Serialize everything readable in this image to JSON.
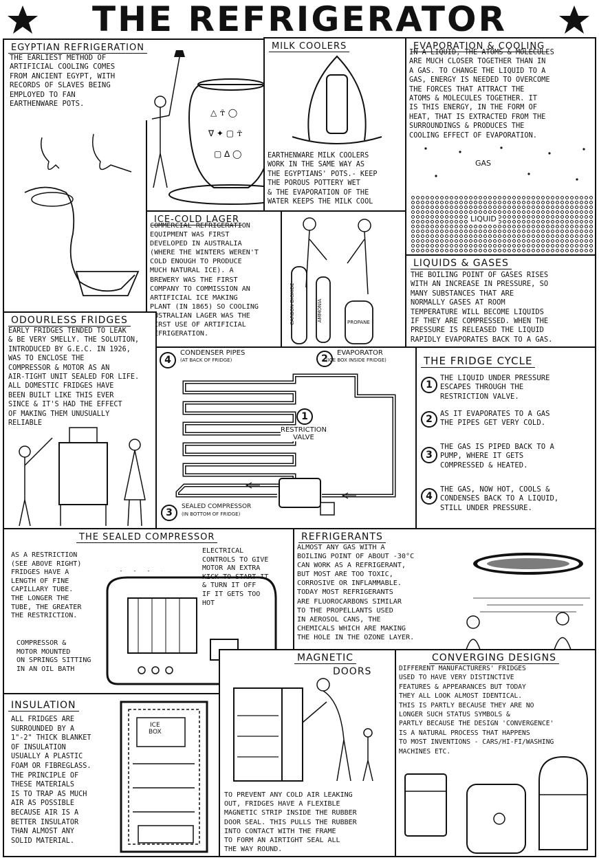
{
  "title": "THE REFRIGERATOR",
  "egyptian": {
    "heading": "EGYPTIAN REFRIGERATION",
    "text": "THE EARLIEST METHOD OF\nARTIFICIAL COOLING COMES\nFROM ANCIENT EGYPT, WITH\nRECORDS OF SLAVES BEING\nEMPLOYED TO FAN\nEARTHENWARE POTS."
  },
  "milk": {
    "heading": "MILK COOLERS",
    "text": "EARTHENWARE MILK COOLERS\nWORK IN THE SAME WAY AS\nTHE EGYPTIANS' POTS.- KEEP\nTHE POROUS POTTERY WET\n& THE EVAPORATION OF THE\nWATER KEEPS THE MILK COOL"
  },
  "evap": {
    "heading": "EVAPORATION & COOLING",
    "text": "IN A LIQUID, THE ATOMS & MOLECULES\nARE MUCH CLOSER TOGETHER THAN IN\nA GAS. TO CHANGE THE LIQUID TO A\nGAS, ENERGY IS NEEDED TO OVERCOME\nTHE FORCES THAT ATTRACT THE\nATOMS & MOLECULES TOGETHER. IT\nIS THIS ENERGY, IN THE FORM OF\nHEAT, THAT IS EXTRACTED FROM THE\nSURROUNDINGS & PRODUCES THE\nCOOLING EFFECT OF EVAPORATION.",
    "gas_label": "GAS",
    "liquid_label": "LIQUID"
  },
  "lager": {
    "heading": "ICE-COLD LAGER",
    "text": "COMMERCIAL REFRIGERATION\nEQUIPMENT WAS FIRST\nDEVELOPED IN AUSTRALIA\n(WHERE THE WINTERS WEREN'T\nCOLD ENOUGH TO PRODUCE\nMUCH NATURAL ICE). A\nBREWERY WAS THE FIRST\nCOMPANY TO COMMISSION AN\nARTIFICIAL ICE MAKING\nPLANT (IN 1865) SO COOLING\nAUSTRALIAN LAGER WAS THE\nFIRST USE OF ARTIFICIAL\nREFRIGERATION.",
    "cyl1": "CARBON DIOXIDE",
    "cyl2": "AMMONIA",
    "cyl3": "PROPANE"
  },
  "liquids": {
    "heading": "LIQUIDS & GASES",
    "text": "THE BOILING POINT OF GASES RISES\nWITH AN INCREASE IN PRESSURE, SO\nMANY SUBSTANCES THAT ARE\nNORMALLY GASES AT ROOM\nTEMPERATURE WILL BECOME LIQUIDS\nIF THEY ARE COMPRESSED. WHEN THE\nPRESSURE IS RELEASED THE LIQUID\nRAPIDLY EVAPORATES BACK TO A GAS."
  },
  "odourless": {
    "heading": "ODOURLESS FRIDGES",
    "text": "EARLY FRIDGES TENDED TO LEAK\n& BE VERY SMELLY. THE SOLUTION,\nINTRODUCED BY G.E.C. IN 1926,\nWAS TO ENCLOSE THE\nCOMPRESSOR & MOTOR AS AN\nAIR-TIGHT UNIT SEALED FOR LIFE.\nALL DOMESTIC FRIDGES HAVE\nBEEN BUILT LIKE THIS EVER\nSINCE & IT'S HAD THE EFFECT\nOF MAKING THEM UNUSUALLY\nRELIABLE"
  },
  "cycle_diagram": {
    "n1": "1",
    "l1": "RESTRICTION\nVALVE",
    "n2": "2",
    "l2": "EVAPORATOR",
    "s2": "(ICE BOX INSIDE FRIDGE)",
    "n3": "3",
    "l3": "SEALED COMPRESSOR",
    "s3": "(IN BOTTOM OF FRIDGE)",
    "n4": "4",
    "l4": "CONDENSER PIPES",
    "s4": "(AT BACK OF FRIDGE)"
  },
  "cycle": {
    "heading": "THE FRIDGE CYCLE",
    "steps": [
      {
        "n": "1",
        "text": "THE LIQUID UNDER PRESSURE\nESCAPES THROUGH THE\nRESTRICTION VALVE."
      },
      {
        "n": "2",
        "text": "AS IT EVAPORATES TO A GAS\nTHE PIPES GET VERY COLD."
      },
      {
        "n": "3",
        "text": "THE GAS IS PIPED BACK TO A\nPUMP, WHERE IT GETS\nCOMPRESSED & HEATED."
      },
      {
        "n": "4",
        "text": "THE GAS, NOW HOT, COOLS &\nCONDENSES BACK TO A LIQUID,\nSTILL UNDER PRESSURE."
      }
    ]
  },
  "compressor": {
    "heading": "THE SEALED COMPRESSOR",
    "left": "AS A RESTRICTION\n(SEE ABOVE RIGHT)\nFRIDGES HAVE A\nLENGTH OF FINE\nCAPILLARY TUBE.\nTHE LONGER THE\nTUBE, THE GREATER\nTHE RESTRICTION.",
    "right": "ELECTRICAL\nCONTROLS TO GIVE\nMOTOR AN EXTRA\nKICK TO START IT\n& TURN IT OFF\nIF IT GETS TOO\nHOT",
    "bottom": "COMPRESSOR &\nMOTOR MOUNTED\nON SPRINGS SITTING\nIN AN OIL BATH"
  },
  "refrigerants": {
    "heading": "REFRIGERANTS",
    "text": "ALMOST ANY GAS WITH A\nBOILING POINT OF ABOUT -30°C\nCAN WORK AS A REFRIGERANT,\nBUT MOST ARE TOO TOXIC,\nCORROSIVE OR INFLAMMABLE.\nTODAY MOST REFRIGERANTS\nARE FLUOROCARBONS SIMILAR\nTO THE PROPELLANTS USED\nIN AEROSOL CANS, THE\nCHEMICALS WHICH ARE MAKING\nTHE HOLE IN THE OZONE LAYER."
  },
  "insulation": {
    "heading": "INSULATION",
    "text": "ALL FRIDGES ARE\nSURROUNDED BY A\n1\"-2\" THICK BLANKET\nOF INSULATION\nUSUALLY A PLASTIC\nFOAM OR FIBREGLASS.\nTHE PRINCIPLE OF\nTHESE MATERIALS\nIS TO TRAP AS MUCH\nAIR AS POSSIBLE\nBECAUSE AIR IS A\nBETTER INSULATOR\nTHAN ALMOST ANY\nSOLID MATERIAL.",
    "icebox": "ICE\nBOX"
  },
  "magnetic": {
    "heading1": "MAGNETIC",
    "heading2": "DOORS",
    "text": "TO PREVENT ANY COLD AIR LEAKING\nOUT, FRIDGES HAVE A FLEXIBLE\nMAGNETIC STRIP INSIDE THE RUBBER\nDOOR SEAL. THIS PULLS THE RUBBER\nINTO CONTACT WITH THE FRAME\nTO FORM AN AIRTIGHT SEAL ALL\nTHE WAY ROUND."
  },
  "converging": {
    "heading": "CONVERGING DESIGNS",
    "text": "DIFFERENT MANUFACTURERS' FRIDGES\nUSED TO HAVE VERY DISTINCTIVE\nFEATURES & APPEARANCES BUT TODAY\nTHEY ALL LOOK ALMOST IDENTICAL.\nTHIS IS PARTLY BECAUSE THEY ARE NO\nLONGER SUCH STATUS SYMBOLS &\nPARTLY BECAUSE THE DESIGN 'CONVERGENCE'\nIS A NATURAL PROCESS THAT HAPPENS\nTO MOST INVENTIONS - CARS/HI-FI/WASHING\nMACHINES ETC."
  }
}
